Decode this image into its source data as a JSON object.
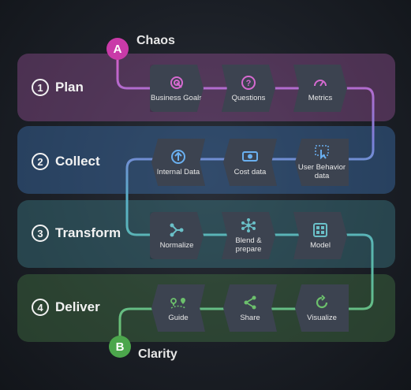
{
  "start": {
    "letter": "A",
    "label": "Chaos"
  },
  "end": {
    "letter": "B",
    "label": "Clarity"
  },
  "stages": [
    {
      "number": "1",
      "title": "Plan",
      "steps": [
        {
          "label": "Business Goals",
          "icon": "target-icon"
        },
        {
          "label": "Questions",
          "icon": "question-icon"
        },
        {
          "label": "Metrics",
          "icon": "gauge-icon"
        }
      ]
    },
    {
      "number": "2",
      "title": "Collect",
      "steps": [
        {
          "label": "Internal Data",
          "icon": "upload-icon"
        },
        {
          "label": "Cost data",
          "icon": "money-icon"
        },
        {
          "label": "User Behavior data",
          "icon": "pointer-icon"
        }
      ]
    },
    {
      "number": "3",
      "title": "Transform",
      "steps": [
        {
          "label": "Normalize",
          "icon": "merge-icon"
        },
        {
          "label": "Blend & prepare",
          "icon": "network-icon"
        },
        {
          "label": "Model",
          "icon": "grid-icon"
        }
      ]
    },
    {
      "number": "4",
      "title": "Deliver",
      "steps": [
        {
          "label": "Guide",
          "icon": "map-pin-icon"
        },
        {
          "label": "Share",
          "icon": "share-icon"
        },
        {
          "label": "Visualize",
          "icon": "refresh-icon"
        }
      ]
    }
  ],
  "colors": {
    "plan": "#c06ac0",
    "collect": "#5aa0e0",
    "transform": "#5ab0b8",
    "deliver": "#6cc06c",
    "start_marker": "#c93aa8",
    "end_marker": "#4ca64c"
  }
}
